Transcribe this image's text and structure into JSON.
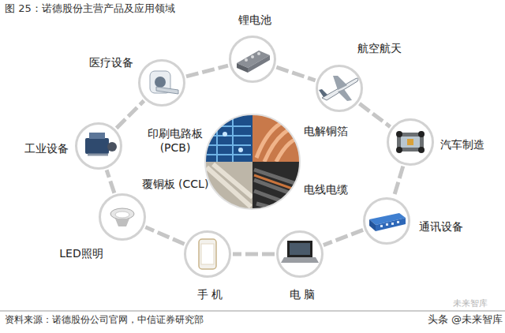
{
  "diagram": {
    "title": "图 25：诺德股份主营产品及应用领域",
    "caption": "资料来源：诺德股份公司官网，中信证券研究部",
    "nodes": [
      {
        "text": [
          "锂电池"
        ]
      },
      {
        "text": [
          "航空航天"
        ]
      },
      {
        "text": [
          "汽车制造"
        ]
      },
      {
        "text": [
          "通讯设备"
        ]
      },
      {
        "text": [
          "电 脑"
        ]
      },
      {
        "text": [
          "手 机"
        ]
      },
      {
        "text": [
          "LED照明"
        ]
      },
      {
        "text": [
          "工业设备"
        ]
      },
      {
        "text": [
          "医疗设备"
        ]
      }
    ],
    "edges": [
      {
        "from": 0,
        "to": 1,
        "arrow": "none"
      },
      {
        "from": 1,
        "to": 2,
        "arrow": "none"
      },
      {
        "from": 2,
        "to": 3,
        "arrow": "none"
      },
      {
        "from": 3,
        "to": 4,
        "arrow": "none"
      },
      {
        "from": 4,
        "to": 5,
        "arrow": "none"
      },
      {
        "from": 5,
        "to": 6,
        "arrow": "none"
      },
      {
        "from": 6,
        "to": 7,
        "arrow": "none"
      },
      {
        "from": 7,
        "to": 8,
        "arrow": "none"
      },
      {
        "from": 8,
        "to": 0,
        "arrow": "none"
      }
    ],
    "labels": [
      "印刷电路板 (PCB)",
      "电解铜箔",
      "覆铜板 (CCL)",
      "电线电缆",
      "未来智库",
      "头条 @未来智库"
    ]
  }
}
